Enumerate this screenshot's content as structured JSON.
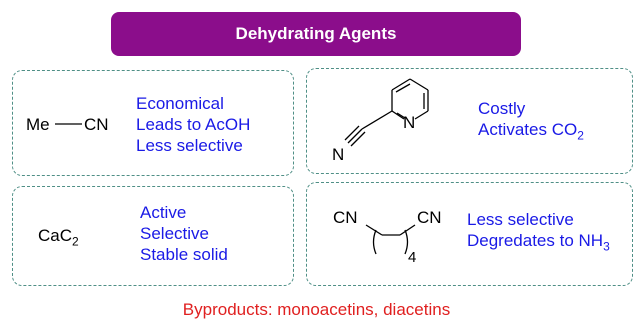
{
  "title": "Dehydrating Agents",
  "colors": {
    "banner": "#8b0d8b",
    "description": "#1a1ae6",
    "footer": "#e02020",
    "card_border": "#4f8f86"
  },
  "cards": [
    {
      "molecule": "acetonitrile",
      "formula_left": "Me",
      "formula_right": "CN",
      "lines": [
        "Economical",
        "Leads to AcOH",
        "Less selective"
      ]
    },
    {
      "molecule": "2-cyanopyridine",
      "atom_n_ring": "N",
      "atom_n_nitrile": "N",
      "lines": [
        "Costly",
        "Activates CO",
        "2"
      ]
    },
    {
      "molecule": "calcium carbide",
      "formula": "CaC",
      "formula_sub": "2",
      "lines": [
        "Active",
        "Selective",
        "Stable solid"
      ]
    },
    {
      "molecule": "adiponitrile",
      "left": "CN",
      "right": "CN",
      "repeat": "4",
      "lines": [
        "Less selective",
        "Degredates to NH",
        "3"
      ]
    }
  ],
  "footer": "Byproducts: monoacetins, diacetins"
}
